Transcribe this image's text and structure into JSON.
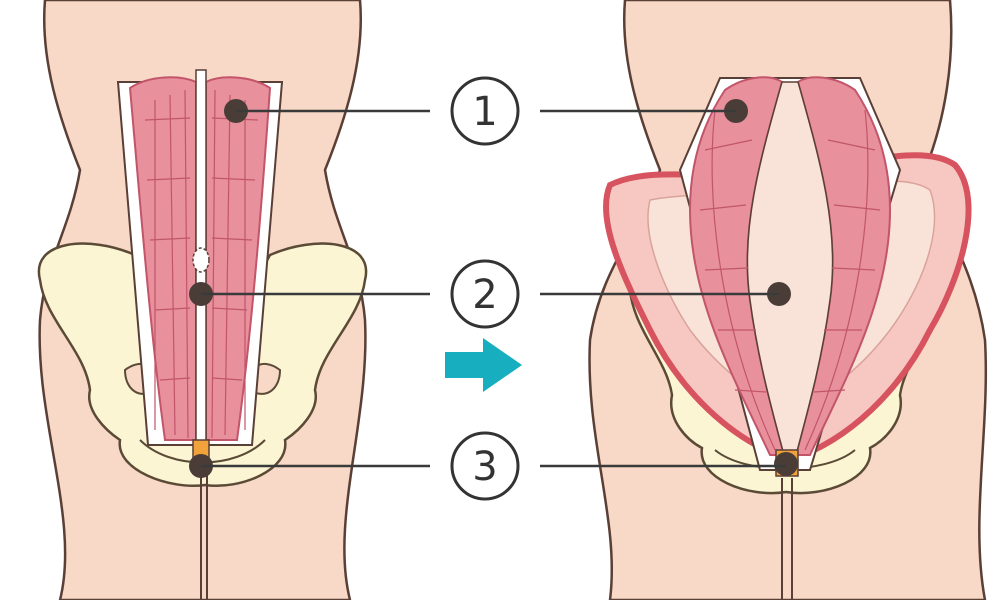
{
  "diagram": {
    "callouts": [
      {
        "id": "1",
        "label": "1"
      },
      {
        "id": "2",
        "label": "2"
      },
      {
        "id": "3",
        "label": "3"
      }
    ]
  },
  "colors": {
    "skin": "#f8d8c6",
    "skin_outline": "#5a3f36",
    "muscle": "#e8909c",
    "muscle_line": "#c2556a",
    "linea_alba": "#ffffff",
    "pelvis": "#fbf5d4",
    "pelvis_outline": "#5a4a36",
    "uterus": "#f7c8c1",
    "uterus_outline": "#d6535f",
    "organ": "#f9e2d8",
    "arrow": "#17aebf",
    "leader": "#3a3a3a",
    "marker": "#4a3d37",
    "pubic_junction": "#f1a23a"
  },
  "icons": [
    "arrow-right-icon"
  ]
}
